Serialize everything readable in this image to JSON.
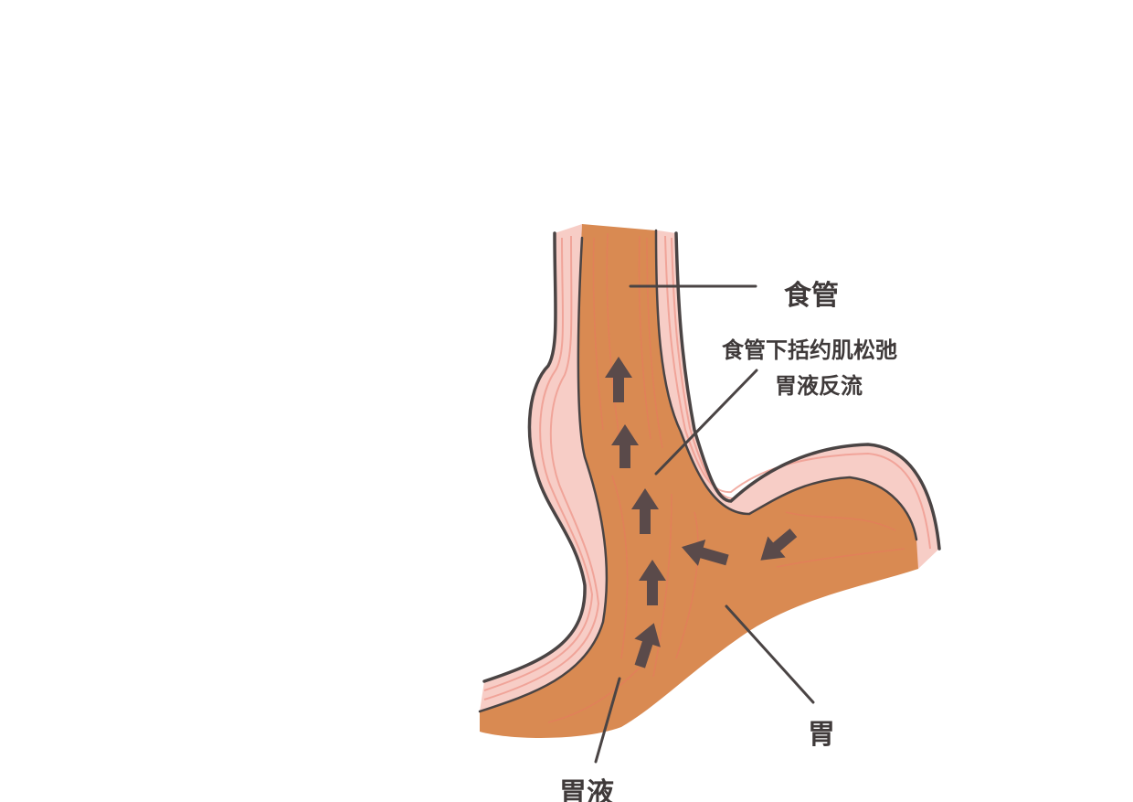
{
  "labels": {
    "esophagus": "食管",
    "les_relaxed": "食管下括约肌松弛",
    "reflux": "胃液反流",
    "stomach": "胃",
    "gastric_juice": "胃液"
  },
  "colors": {
    "tissue": "#d98a52",
    "wall": "#f7cdc6",
    "wall_stripe": "#ef9a8e",
    "outline": "#4a4444",
    "arrow": "#5a4a4a",
    "text": "#3f3a3a"
  }
}
